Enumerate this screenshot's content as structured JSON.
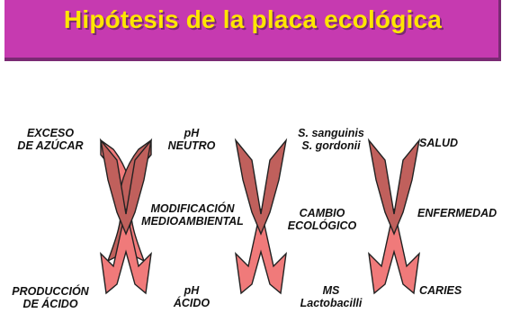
{
  "title": "Hipótesis de la placa ecológica",
  "colors": {
    "title_bg": "#c63ab0",
    "title_text": "#ffe600",
    "title_shadow": "#7a2a73",
    "arrow_top": "#c0605c",
    "arrow_bottom": "#f07a7a",
    "arrow_stroke": "#222222"
  },
  "left": {
    "top_label": [
      "EXCESO",
      "DE AZÚCAR"
    ],
    "bottom_label": [
      "PRODUCCIÓN",
      "DE ÁCIDO"
    ]
  },
  "ph_top": [
    "pH",
    "NEUTRO"
  ],
  "ph_bottom": [
    "pH",
    "ÁCIDO"
  ],
  "middle_label": [
    "MODIFICACIÓN",
    "MEDIOAMBIENTAL"
  ],
  "bacteria_top": [
    "S. sanguinis",
    "S. gordonii"
  ],
  "bacteria_bottom": [
    "MS",
    "Lactobacilli"
  ],
  "ecological_label": [
    "CAMBIO",
    "ECOLÓGICO"
  ],
  "right": {
    "top_label": "SALUD",
    "middle_label": "ENFERMEDAD",
    "bottom_label": "CARIES"
  }
}
